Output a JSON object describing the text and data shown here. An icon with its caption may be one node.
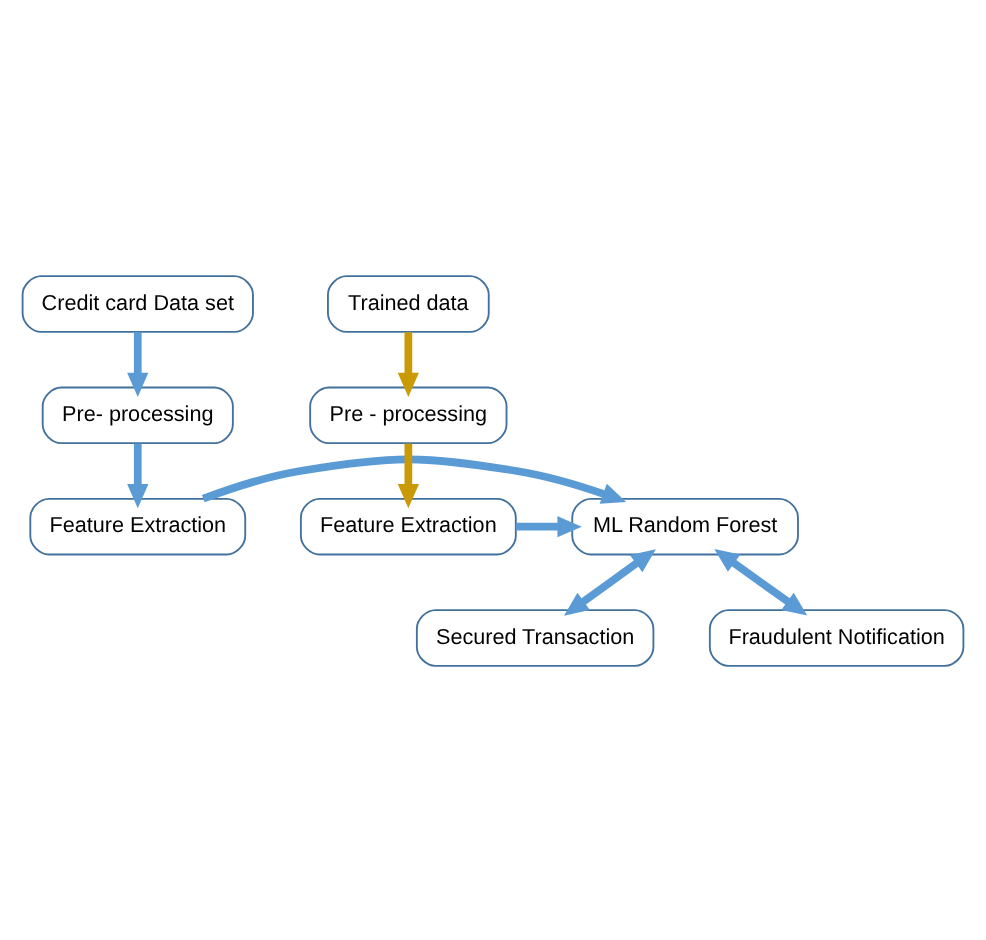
{
  "diagram": {
    "nodes": [
      {
        "text": [
          "Credit card Data set"
        ]
      },
      {
        "text": [
          "Pre- processing"
        ]
      },
      {
        "text": [
          "Feature Extraction"
        ]
      },
      {
        "text": [
          "ML Random Forest"
        ]
      },
      {
        "text": [
          "Trained data"
        ]
      },
      {
        "text": [
          "Pre - processing"
        ]
      },
      {
        "text": [
          "Feature Extraction"
        ]
      },
      {
        "text": [
          "Secured Transaction"
        ]
      },
      {
        "text": [
          "Fraudulent Notification"
        ]
      }
    ],
    "edges": [
      {
        "from": 0,
        "to": 1,
        "arrow": "to"
      },
      {
        "from": 1,
        "to": 2,
        "arrow": "to"
      },
      {
        "from": 2,
        "to": 3,
        "arrow": "to"
      },
      {
        "from": 4,
        "to": 5,
        "arrow": "to",
        "color": "#c99a06"
      },
      {
        "from": 5,
        "to": 6,
        "arrow": "to",
        "color": "#c99a06"
      },
      {
        "from": 6,
        "to": 3,
        "arrow": "to"
      },
      {
        "from": 3,
        "to": 7,
        "arrow": "both"
      },
      {
        "from": 3,
        "to": 8,
        "arrow": "both"
      }
    ]
  }
}
